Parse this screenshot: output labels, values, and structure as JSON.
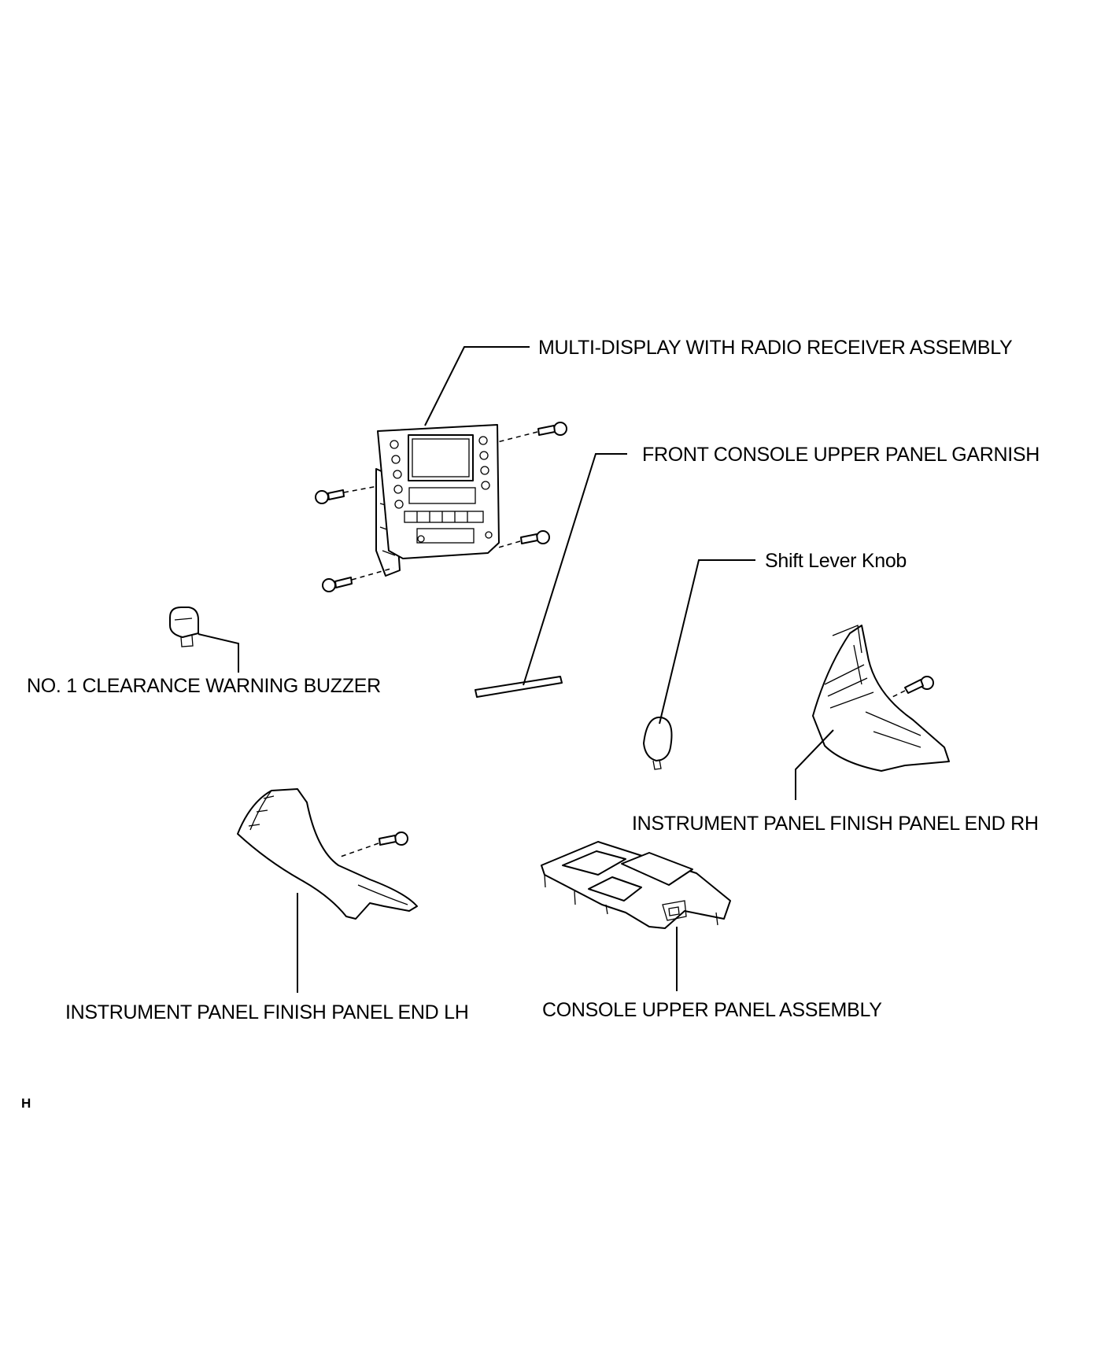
{
  "labels": {
    "multi_display": "MULTI-DISPLAY WITH RADIO RECEIVER ASSEMBLY",
    "front_console_garnish": "FRONT CONSOLE UPPER PANEL GARNISH",
    "shift_lever_knob": "Shift Lever Knob",
    "clearance_buzzer": "NO. 1 CLEARANCE WARNING BUZZER",
    "finish_panel_rh": "INSTRUMENT PANEL FINISH PANEL END RH",
    "finish_panel_lh": "INSTRUMENT PANEL FINISH PANEL END LH",
    "console_upper_panel": "CONSOLE UPPER PANEL ASSEMBLY"
  },
  "corner_mark": "H",
  "icons": [
    "bolt-icon",
    "multi-display-unit-icon",
    "garnish-strip-icon",
    "buzzer-icon",
    "shift-knob-icon",
    "finish-panel-rh-icon",
    "finish-panel-lh-icon",
    "console-panel-icon"
  ]
}
